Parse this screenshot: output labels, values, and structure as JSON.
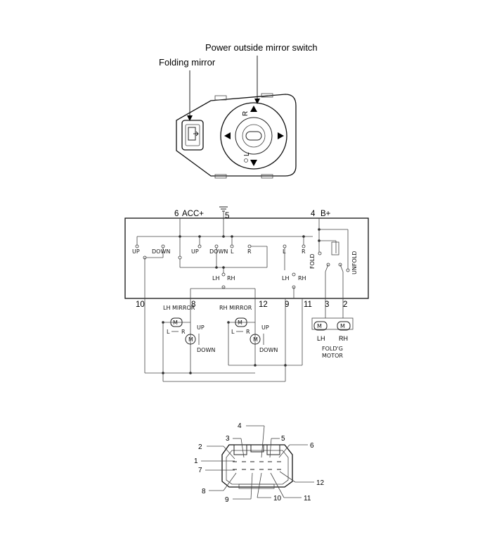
{
  "switch_view": {
    "callout_switch": "Power outside mirror switch",
    "callout_folding": "Folding mirror",
    "knob_r": "R",
    "knob_l": "L"
  },
  "schematic": {
    "terminals": [
      {
        "num": "6",
        "name": "ACC+"
      },
      {
        "num": "5",
        "name": ""
      },
      {
        "num": "4",
        "name": "B+"
      },
      {
        "num": "10"
      },
      {
        "num": "8"
      },
      {
        "num": "12"
      },
      {
        "num": "9"
      },
      {
        "num": "11"
      },
      {
        "num": "3"
      },
      {
        "num": "2"
      }
    ],
    "contacts": {
      "up1": "UP",
      "down1": "DOWN",
      "up2": "UP",
      "down2": "DOWN",
      "l1": "L",
      "r1": "R",
      "l2": "L",
      "r2": "R",
      "lh1": "LH",
      "rh1": "RH",
      "lh2": "LH",
      "rh2": "RH",
      "fold": "FOLD",
      "unfold": "UNFOLD"
    },
    "mirrors": {
      "lh_title": "LH MIRROR",
      "rh_title": "RH MIRROR",
      "l": "L",
      "r": "R",
      "up": "UP",
      "down": "DOWN",
      "m": "M"
    },
    "fold_motor": {
      "lh": "LH",
      "rh": "RH",
      "title_1": "FOLD'G",
      "title_2": "MOTOR"
    }
  },
  "connector": {
    "pins": [
      "1",
      "2",
      "3",
      "4",
      "5",
      "6",
      "7",
      "8",
      "9",
      "10",
      "11",
      "12"
    ]
  }
}
